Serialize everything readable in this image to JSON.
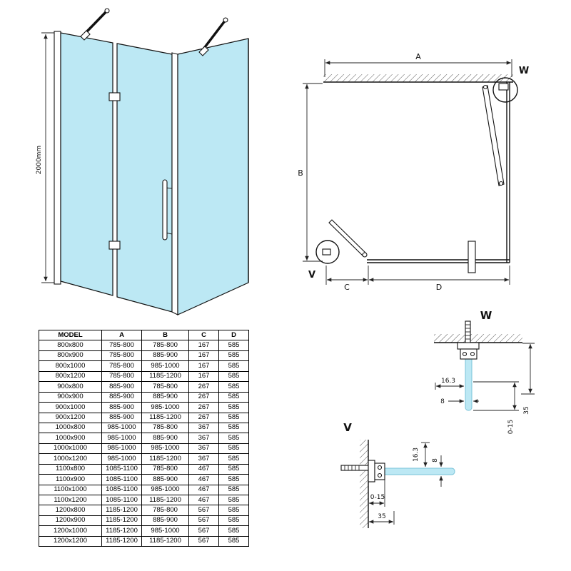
{
  "colors": {
    "glass": "#bce8f4",
    "glass_edge": "#79c3d8",
    "line": "#1a1a1a"
  },
  "perspective": {
    "height_label": "2000mm"
  },
  "plan": {
    "dim_a": "A",
    "dim_b": "B",
    "dim_c": "C",
    "dim_d": "D",
    "marker_w": "W",
    "marker_v": "V"
  },
  "detail_w": {
    "title": "W",
    "dim_163": "16.3",
    "dim_8": "8",
    "dim_0_15": "0-15",
    "dim_35": "35"
  },
  "detail_v": {
    "title": "V",
    "dim_163": "16.3",
    "dim_8": "8",
    "dim_0_15": "0-15",
    "dim_35": "35"
  },
  "table": {
    "headers": [
      "MODEL",
      "A",
      "B",
      "C",
      "D"
    ],
    "rows": [
      [
        "800x800",
        "785-800",
        "785-800",
        "167",
        "585"
      ],
      [
        "800x900",
        "785-800",
        "885-900",
        "167",
        "585"
      ],
      [
        "800x1000",
        "785-800",
        "985-1000",
        "167",
        "585"
      ],
      [
        "800x1200",
        "785-800",
        "1185-1200",
        "167",
        "585"
      ],
      [
        "900x800",
        "885-900",
        "785-800",
        "267",
        "585"
      ],
      [
        "900x900",
        "885-900",
        "885-900",
        "267",
        "585"
      ],
      [
        "900x1000",
        "885-900",
        "985-1000",
        "267",
        "585"
      ],
      [
        "900x1200",
        "885-900",
        "1185-1200",
        "267",
        "585"
      ],
      [
        "1000x800",
        "985-1000",
        "785-800",
        "367",
        "585"
      ],
      [
        "1000x900",
        "985-1000",
        "885-900",
        "367",
        "585"
      ],
      [
        "1000x1000",
        "985-1000",
        "985-1000",
        "367",
        "585"
      ],
      [
        "1000x1200",
        "985-1000",
        "1185-1200",
        "367",
        "585"
      ],
      [
        "1100x800",
        "1085-1100",
        "785-800",
        "467",
        "585"
      ],
      [
        "1100x900",
        "1085-1100",
        "885-900",
        "467",
        "585"
      ],
      [
        "1100x1000",
        "1085-1100",
        "985-1000",
        "467",
        "585"
      ],
      [
        "1100x1200",
        "1085-1100",
        "1185-1200",
        "467",
        "585"
      ],
      [
        "1200x800",
        "1185-1200",
        "785-800",
        "567",
        "585"
      ],
      [
        "1200x900",
        "1185-1200",
        "885-900",
        "567",
        "585"
      ],
      [
        "1200x1000",
        "1185-1200",
        "985-1000",
        "567",
        "585"
      ],
      [
        "1200x1200",
        "1185-1200",
        "1185-1200",
        "567",
        "585"
      ]
    ]
  }
}
